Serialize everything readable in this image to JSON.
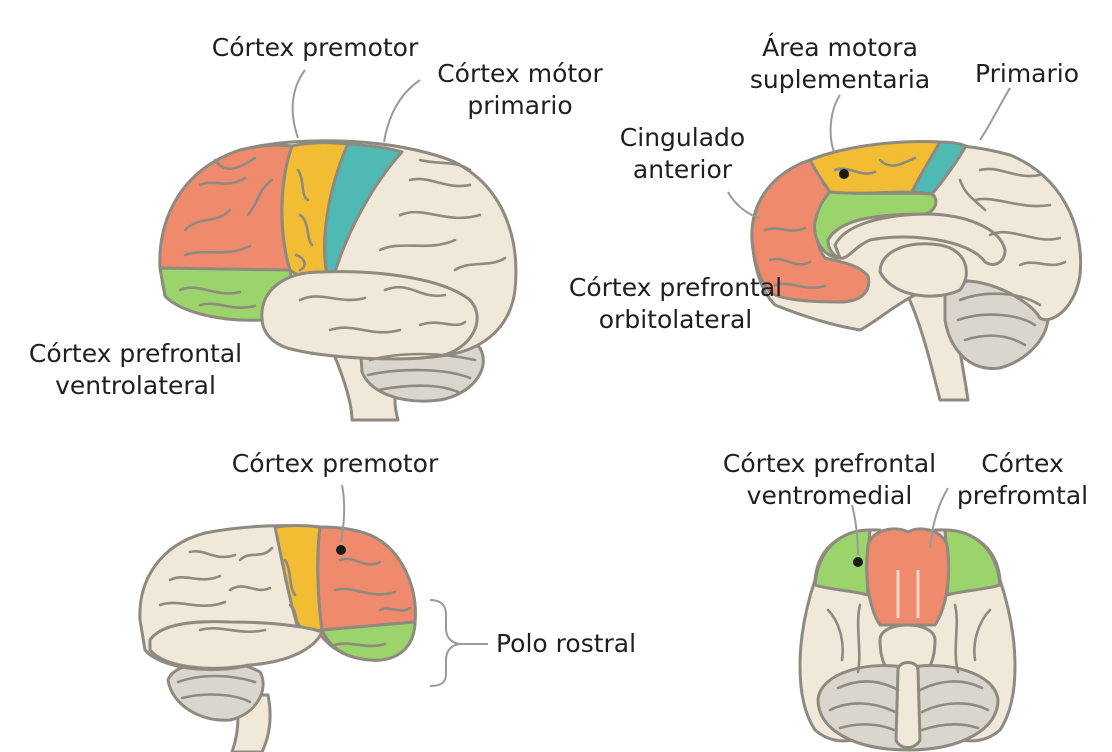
{
  "colors": {
    "brain_base": "#f0e8d8",
    "outline": "#8f8a80",
    "prefrontal": "#f08a6c",
    "orbital": "#9bd46a",
    "premotor": "#f2bd33",
    "motor": "#4fbab3",
    "cerebellum": "#dbd6cd",
    "stem": "#f0e8d8"
  },
  "panels": {
    "lateral": {
      "premotor": "Córtex premotor",
      "motor_1": "Córtex mótor",
      "motor_2": "primario",
      "vlpfc_1": "Córtex prefrontal",
      "vlpfc_2": "ventrolateral"
    },
    "medial": {
      "sma_1": "Área motora",
      "sma_2": "suplementaria",
      "primary": "Primario",
      "cingulate_1": "Cingulado",
      "cingulate_2": "anterior",
      "orbito_1": "Córtex prefrontal",
      "orbito_2": "orbitolateral"
    },
    "rostral": {
      "premotor": "Córtex premotor",
      "pole": "Polo rostral"
    },
    "ventral": {
      "vmpfc_1": "Córtex prefrontal",
      "vmpfc_2": "ventromedial",
      "pfc_1": "Córtex",
      "pfc_2": "prefromtal"
    }
  }
}
